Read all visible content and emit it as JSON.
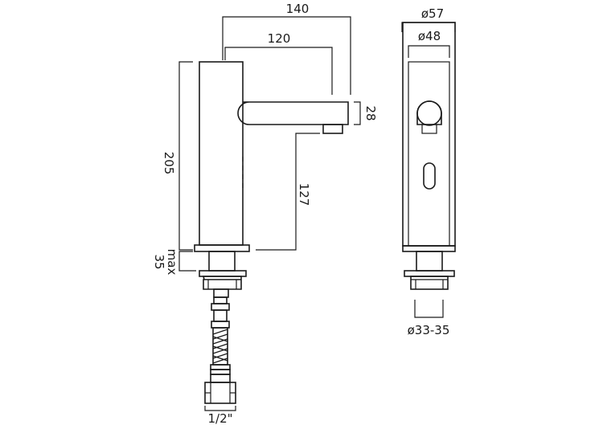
{
  "dimensions": {
    "width_overall": "140",
    "width_spout": "120",
    "spout_thickness": "28",
    "height_overall": "205",
    "spout_clearance": "127",
    "deck_thickness_top": "max",
    "deck_thickness_bottom": "35",
    "connector": "1/2\"",
    "diameter_base": "ø57",
    "diameter_body": "ø48",
    "diameter_hole": "ø33-35"
  }
}
